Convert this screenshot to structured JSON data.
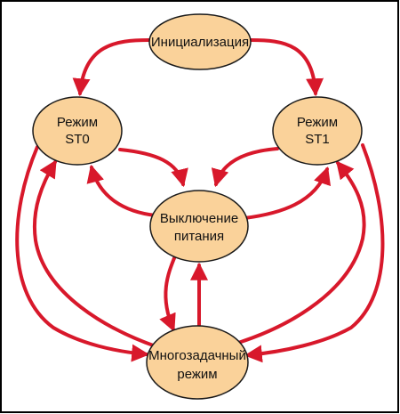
{
  "colors": {
    "node_fill": "#FAD29A",
    "node_stroke": "#1A1A1A",
    "arrow": "#D8182B",
    "border": "#000000"
  },
  "nodes": {
    "init": {
      "lines": [
        "Инициализация"
      ]
    },
    "st0": {
      "lines": [
        "Режим",
        "ST0"
      ]
    },
    "st1": {
      "lines": [
        "Режим",
        "ST1"
      ]
    },
    "power": {
      "lines": [
        "Выключение",
        "питания"
      ]
    },
    "multi": {
      "lines": [
        "Многозадачный",
        "режим"
      ]
    }
  }
}
